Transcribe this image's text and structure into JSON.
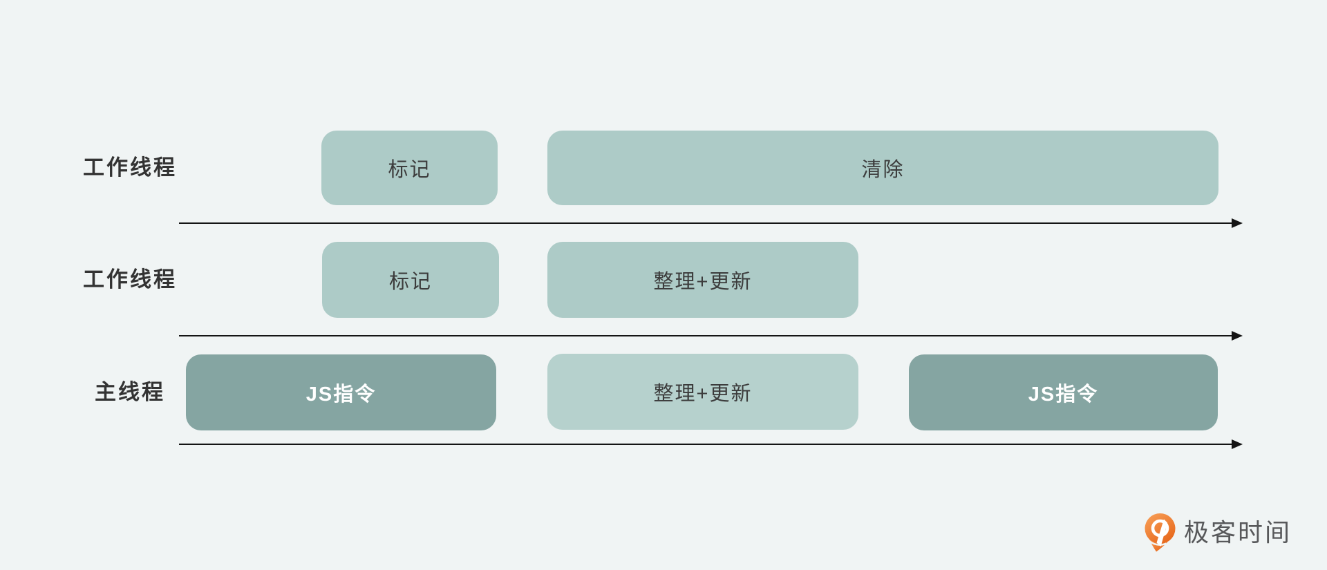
{
  "diagram": {
    "description_visible_text_only": true,
    "rows": [
      {
        "label": "工作线程",
        "blocks": [
          {
            "text": "标记",
            "tone": "light"
          },
          {
            "text": "清除",
            "tone": "light"
          }
        ]
      },
      {
        "label": "工作线程",
        "blocks": [
          {
            "text": "标记",
            "tone": "light"
          },
          {
            "text": "整理+更新",
            "tone": "light"
          }
        ]
      },
      {
        "label": "主线程",
        "blocks": [
          {
            "text": "JS指令",
            "tone": "dark"
          },
          {
            "text": "整理+更新",
            "tone": "light"
          },
          {
            "text": "JS指令",
            "tone": "dark"
          }
        ]
      }
    ]
  },
  "watermark": {
    "brand": "极客时间",
    "icon": "geektime-logo"
  },
  "colors": {
    "background": "#f0f4f4",
    "block_light": "#adcbc7",
    "block_light_alt": "#b6d1cd",
    "block_dark": "#85a5a2",
    "arrow": "#141414",
    "label_text": "#333333",
    "block_text": "#3c3c3c",
    "block_text_inverse": "#ffffff",
    "logo_orange": "#ed7524",
    "logo_text": "#57585a"
  }
}
